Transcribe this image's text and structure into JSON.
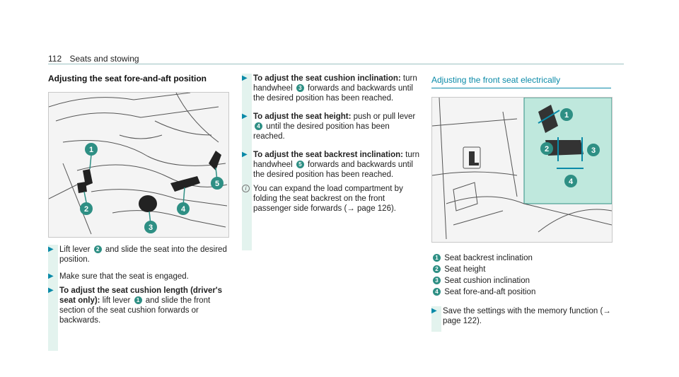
{
  "header": {
    "page_number": "112",
    "section": "Seats and stowing"
  },
  "col1": {
    "heading": "Adjusting the seat fore-and-aft position",
    "step1_pre": "Lift lever",
    "step1_num": "2",
    "step1_post": "and slide the seat into the desired position.",
    "step2": "Make sure that the seat is engaged.",
    "step3_bold": "To adjust the seat cushion length (driver's seat only):",
    "step3_pre": "lift lever",
    "step3_num": "1",
    "step3_post": "and slide the front section of the seat cushion forwards or backwards.",
    "callouts": [
      "1",
      "2",
      "3",
      "4",
      "5"
    ]
  },
  "col2": {
    "s1_bold": "To adjust the seat cushion inclination:",
    "s1_pre": "turn handwheel",
    "s1_num": "3",
    "s1_post": "forwards and backwards until the desired position has been reached.",
    "s2_bold": "To adjust the seat height:",
    "s2_pre": "push or pull lever",
    "s2_num": "4",
    "s2_post": "until the desired position has been reached.",
    "s3_bold": "To adjust the seat backrest inclination:",
    "s3_pre": "turn handwheel",
    "s3_num": "5",
    "s3_post": "forwards and backwards until the desired position has been reached.",
    "note": "You can expand the load compartment by folding the seat backrest on the front passenger side forwards (→ page 126)."
  },
  "col3": {
    "heading": "Adjusting the front seat electrically",
    "callouts": [
      "1",
      "2",
      "3",
      "4"
    ],
    "legend": [
      {
        "num": "1",
        "label": "Seat backrest inclination"
      },
      {
        "num": "2",
        "label": "Seat height"
      },
      {
        "num": "3",
        "label": "Seat cushion inclination"
      },
      {
        "num": "4",
        "label": "Seat fore-and-aft position"
      }
    ],
    "step": "Save the settings with the memory function (→ page 122)."
  },
  "colors": {
    "accent": "#0a8aa8",
    "badge": "#2e8f84",
    "highlight": "#dff2ee"
  }
}
